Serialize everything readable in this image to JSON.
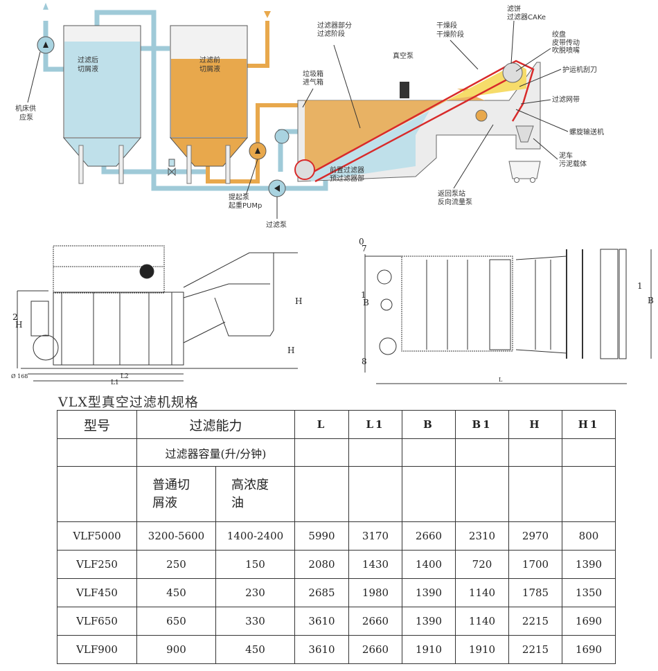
{
  "diagram": {
    "labels": {
      "filtered_tank": [
        "过滤后",
        "切屑液"
      ],
      "unfiltered_tank": [
        "过滤前",
        "切屑液"
      ],
      "machine_supply_pump": [
        "机床供",
        "应泵"
      ],
      "lift_pump": [
        "提起泵",
        "起重PUMp"
      ],
      "filter_pump": "过滤泵",
      "trash_box": [
        "垃圾箱",
        "进气箱"
      ],
      "filter_section": [
        "过滤器部分",
        "过滤阶段"
      ],
      "vacuum_pump": "真空泵",
      "drying_section": [
        "干燥段",
        "干燥阶段"
      ],
      "filter_cake": [
        "滤饼",
        "过滤器CAKe"
      ],
      "winch": [
        "绞盘",
        "皮带传动",
        "吹脱喷嘴"
      ],
      "scraper": "护运机刮刀",
      "filter_belt": "过滤网带",
      "screw_conveyor": "螺旋输送机",
      "sludge_cart": [
        "泥车",
        "污泥载体"
      ],
      "prefilter": [
        "前置过滤器",
        "预过滤器部"
      ],
      "return_pump": [
        "返回泵站",
        "反向流量泵"
      ]
    }
  },
  "drawings": {
    "side": {
      "h_upper": "H",
      "h_lower": "H",
      "h2": [
        "2",
        "H"
      ],
      "dia": "Ø 168",
      "l2": "L2",
      "l1": "L1"
    },
    "top": {
      "b_left_top": [
        "0",
        "7"
      ],
      "b_left": [
        "1",
        "B"
      ],
      "b_left_bottom": "8",
      "b_right": [
        "1",
        "B"
      ],
      "l": "L"
    }
  },
  "spec": {
    "title": "VLX型真空过滤机规格",
    "header": {
      "model": "型号",
      "capacity": "过滤能力",
      "cols": [
        "L",
        "L1",
        "B",
        "B1",
        "H",
        "H1"
      ]
    },
    "capacity_unit": "过滤器容量(升/分钟)",
    "capacity_types": [
      "普通切屑液",
      "高浓度油"
    ],
    "rows": [
      [
        "VLF5000",
        "3200-5600",
        "1400-2400",
        "5990",
        "3170",
        "2660",
        "2310",
        "2970",
        "800"
      ],
      [
        "VLF250",
        "250",
        "150",
        "2080",
        "1430",
        "1400",
        "720",
        "1700",
        "1390"
      ],
      [
        "VLF450",
        "450",
        "230",
        "2685",
        "1980",
        "1390",
        "1140",
        "1785",
        "1350"
      ],
      [
        "VLF650",
        "650",
        "330",
        "3610",
        "2660",
        "1390",
        "1140",
        "2215",
        "1690"
      ],
      [
        "VLF900",
        "900",
        "450",
        "3610",
        "2660",
        "1910",
        "1910",
        "2215",
        "1690"
      ]
    ]
  },
  "colors": {
    "clean": "#bfe0ea",
    "dirty": "#e8a84c",
    "belt": "#d82a2a",
    "dry": "#f6dc6a",
    "pipe_blue": "#a9d3e0"
  }
}
